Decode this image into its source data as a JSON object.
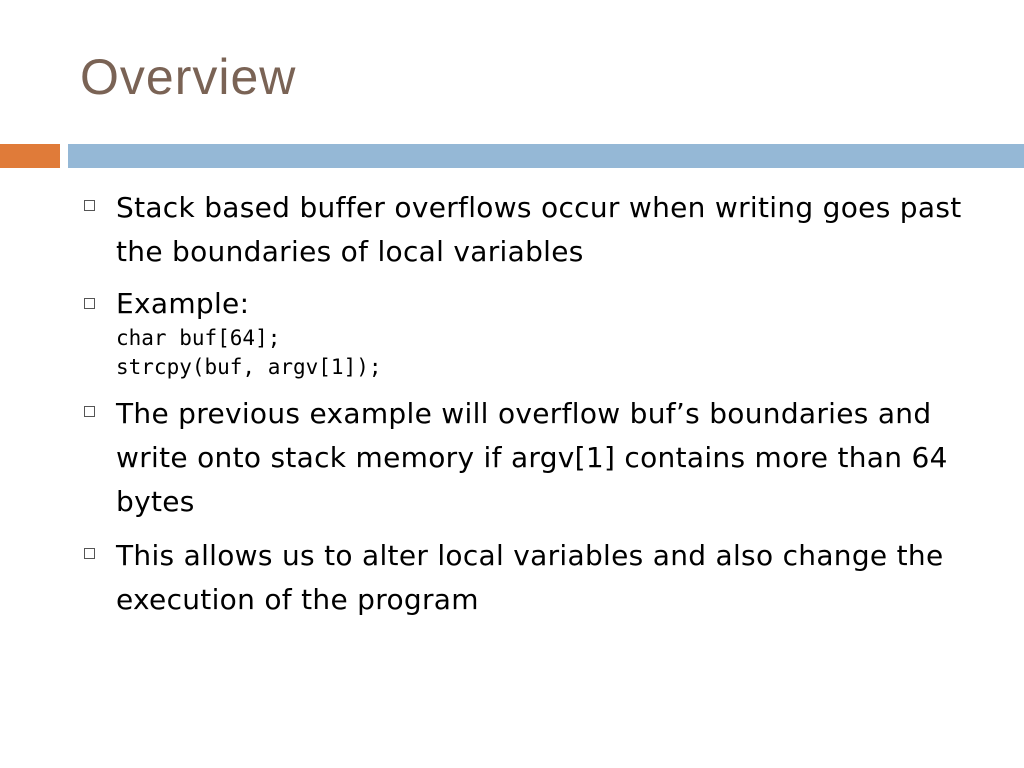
{
  "slide": {
    "title": "Overview",
    "accent_bar": {
      "left_color": "#e07b39",
      "right_color": "#95b8d6"
    },
    "bullets": [
      {
        "text": "Stack based buffer overflows occur when writing goes past the boundaries of local variables"
      },
      {
        "text": "Example:",
        "code": [
          "char buf[64];",
          "strcpy(buf, argv[1]);"
        ]
      },
      {
        "text": "The previous example will overflow buf’s boundaries and write onto stack memory if argv[1] contains more than 64 bytes"
      },
      {
        "text": "This allows us to alter local variables and also change the execution of the program"
      }
    ]
  }
}
